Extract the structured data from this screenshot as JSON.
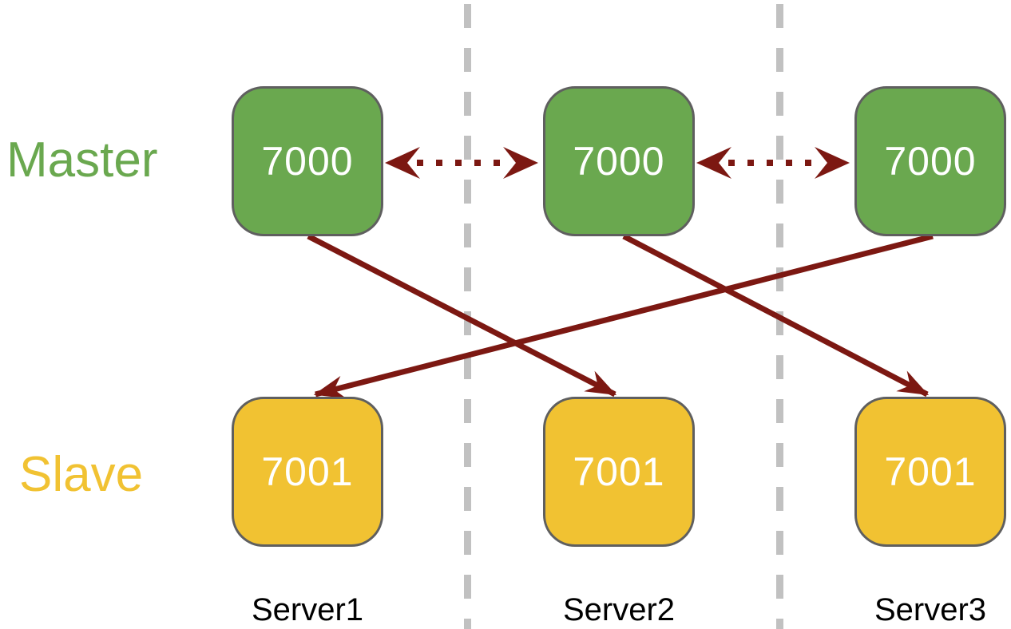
{
  "labels": {
    "master": "Master",
    "slave": "Slave"
  },
  "servers": [
    {
      "name": "Server1",
      "master_port": "7000",
      "slave_port": "7001"
    },
    {
      "name": "Server2",
      "master_port": "7000",
      "slave_port": "7001"
    },
    {
      "name": "Server3",
      "master_port": "7000",
      "slave_port": "7001"
    }
  ],
  "links": {
    "master_gossip": [
      {
        "between": [
          "Server1:7000",
          "Server2:7000"
        ],
        "style": "dotted-double-arrow"
      },
      {
        "between": [
          "Server2:7000",
          "Server3:7000"
        ],
        "style": "dotted-double-arrow"
      }
    ],
    "replication": [
      {
        "from": "Server1:7000",
        "to": "Server2:7001",
        "style": "solid-arrow"
      },
      {
        "from": "Server2:7000",
        "to": "Server3:7001",
        "style": "solid-arrow"
      },
      {
        "from": "Server3:7000",
        "to": "Server1:7001",
        "style": "solid-arrow"
      }
    ]
  },
  "colors": {
    "master": "#6aa84f",
    "slave": "#f1c232",
    "arrow": "#7c1812",
    "separator": "#c1c1c1",
    "node_border": "#5f5f5f",
    "node_text": "#ffffff",
    "server_label": "#000000",
    "background": "#ffffff"
  }
}
